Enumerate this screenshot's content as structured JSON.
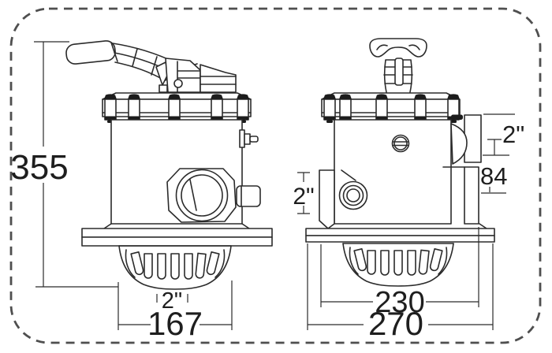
{
  "drawing": {
    "description": "Two-view dimensional technical drawing of a top-mount multiport sand-filter valve",
    "views": {
      "left": "side view with lever handle",
      "right": "side view with handwheel"
    },
    "dims": {
      "overall_height_mm": "355",
      "left_base_port": "2\"",
      "left_base_width_mm": "167",
      "right_inner_width_mm": "230",
      "right_outer_width_mm": "270",
      "inlet_port": "2\"",
      "outlet_port": "2\"",
      "outlet_offset_mm": "84"
    },
    "colors": {
      "line": "#2b2b2b",
      "border": "#4f4f4f",
      "background": "#ffffff"
    }
  }
}
